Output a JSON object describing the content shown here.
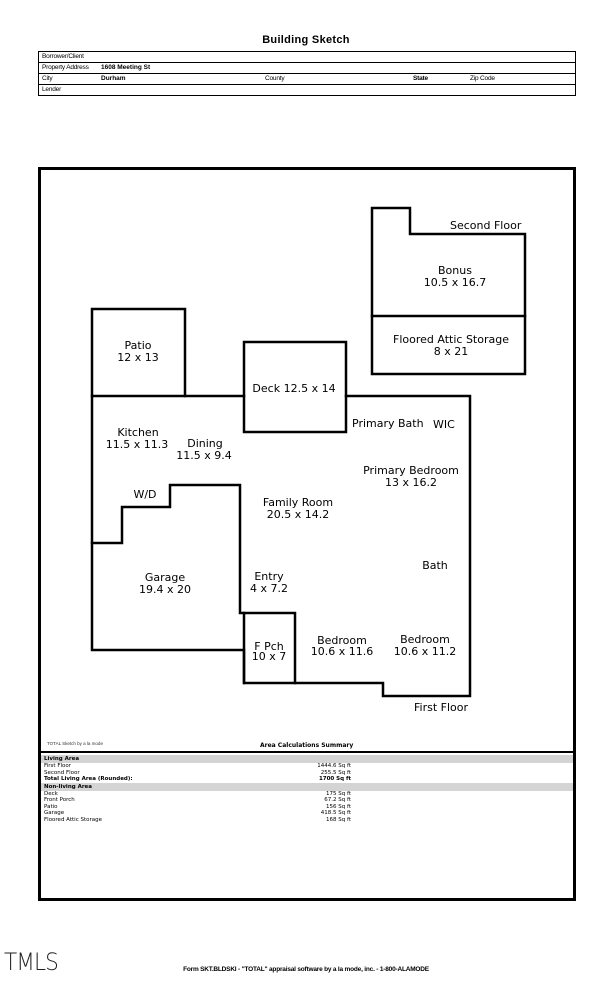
{
  "document": {
    "title": "Building Sketch"
  },
  "header_fields": {
    "borrower_label": "Borrower/Client",
    "borrower_value": "",
    "property_address_label": "Property Address",
    "property_address_value": "1608 Meeting St",
    "city_label": "City",
    "city_value": "Durham",
    "county_label": "County",
    "county_value": "",
    "state_label": "State",
    "state_value": "",
    "zip_label": "Zip Code",
    "zip_value": "",
    "lender_label": "Lender",
    "lender_value": ""
  },
  "sketch": {
    "second_floor_label": "Second Floor",
    "first_floor_label": "First Floor",
    "rooms": {
      "bonus": {
        "name": "Bonus",
        "dims": "10.5 x 16.7"
      },
      "attic": {
        "name": "Floored Attic Storage",
        "dims": "8 x 21"
      },
      "patio": {
        "name": "Patio",
        "dims": "12 x 13"
      },
      "deck": {
        "name": "Deck 12.5 x 14"
      },
      "kitchen": {
        "name": "Kitchen",
        "dims": "11.5 x 11.3"
      },
      "dining": {
        "name": "Dining",
        "dims": "11.5 x 9.4"
      },
      "primary_bath": {
        "name": "Primary Bath"
      },
      "wic": {
        "name": "WIC"
      },
      "primary_bedroom": {
        "name": "Primary Bedroom",
        "dims": "13 x 16.2"
      },
      "wd": {
        "name": "W/D"
      },
      "family_room": {
        "name": "Family Room",
        "dims": "20.5 x 14.2"
      },
      "garage": {
        "name": "Garage",
        "dims": "19.4 x 20"
      },
      "entry": {
        "name": "Entry",
        "dims": "4 x 7.2"
      },
      "bath": {
        "name": "Bath"
      },
      "front_porch": {
        "name": "F Pch",
        "dims": "10 x 7"
      },
      "bedroom1": {
        "name": "Bedroom",
        "dims": "10.6 x 11.6"
      },
      "bedroom2": {
        "name": "Bedroom",
        "dims": "10.6 x 11.2"
      }
    }
  },
  "summary": {
    "caption": "TOTAL Sketch by a la mode",
    "title": "Area Calculations Summary",
    "living_area_header": "Living Area",
    "living": [
      {
        "name": "First Floor",
        "value": "1444.6 Sq ft"
      },
      {
        "name": "Second Floor",
        "value": "255.5 Sq ft"
      }
    ],
    "total_living_label": "Total Living Area (Rounded):",
    "total_living_value": "1700 Sq ft",
    "non_living_area_header": "Non-living Area",
    "non_living": [
      {
        "name": "Deck",
        "value": "175 Sq ft"
      },
      {
        "name": "Front Porch",
        "value": "67.2 Sq ft"
      },
      {
        "name": "Patio",
        "value": "156 Sq ft"
      },
      {
        "name": "Garage",
        "value": "418.5 Sq ft"
      },
      {
        "name": "Floored Attic Storage",
        "value": "168 Sq ft"
      }
    ]
  },
  "footer": {
    "logo": "TMLS",
    "text": "Form SKT.BLDSKI - \"TOTAL\" appraisal software by a la mode, inc. - 1-800-ALAMODE"
  }
}
